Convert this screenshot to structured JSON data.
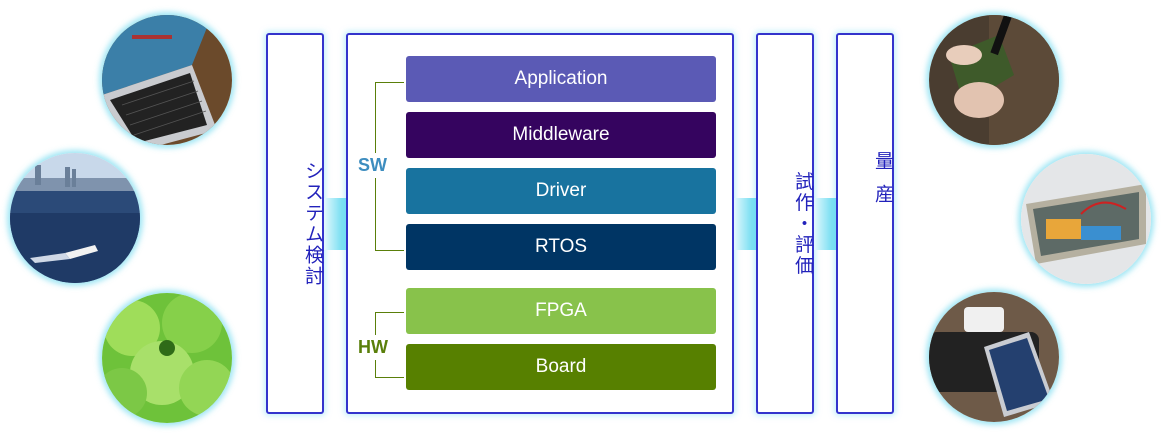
{
  "stages": {
    "system_study": "システム検討",
    "prototype_eval": "試作・評価",
    "mass_production": "量産"
  },
  "groups": {
    "sw": {
      "label": "SW",
      "color": "#3d8dbf"
    },
    "hw": {
      "label": "HW",
      "color": "#5a7f0a"
    }
  },
  "layers": [
    {
      "label": "Application",
      "color": "#5b5ab5",
      "group": "SW"
    },
    {
      "label": "Middleware",
      "color": "#35045f",
      "group": "SW"
    },
    {
      "label": "Driver",
      "color": "#18739f",
      "group": "SW"
    },
    {
      "label": "RTOS",
      "color": "#003564",
      "group": "SW"
    },
    {
      "label": "FPGA",
      "color": "#88c24b",
      "group": "HW"
    },
    {
      "label": "Board",
      "color": "#578000",
      "group": "HW"
    }
  ],
  "photos_left": [
    "laptop-keyboard",
    "boat-on-sea",
    "lettuce-crop"
  ],
  "photos_right": [
    "handheld-radio",
    "electronics-enclosure",
    "solar-sensor-device"
  ],
  "colors": {
    "panel_border": "#3333cc",
    "stage_text": "#2222bb",
    "connector": "#5ad8ef"
  }
}
